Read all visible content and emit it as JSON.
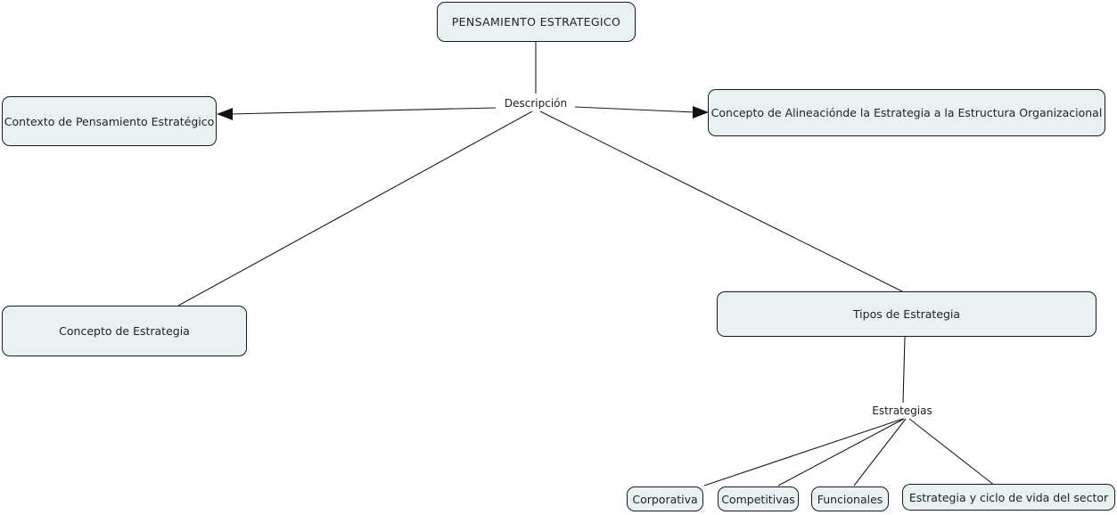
{
  "diagram": {
    "title": "PENSAMIENTO ESTRATEGICO",
    "type": "concept-map",
    "background_color": "#ffffff",
    "node_fill_color": "#eaf1f3",
    "node_border_color": "#1b1b1b",
    "edge_color": "#1a1a1a"
  },
  "nodes": {
    "root": {
      "label": "PENSAMIENTO ESTRATEGICO"
    },
    "contexto": {
      "label": "Contexto de Pensamiento Estratégico"
    },
    "alineacion": {
      "label": "Concepto de Alineaciónde la Estrategia a la Estructura Organizacional"
    },
    "concepto_estrategia": {
      "label": "Concepto de Estrategia"
    },
    "tipos": {
      "label": "Tipos de Estrategia"
    },
    "corporativa": {
      "label": "Corporativa"
    },
    "competitivas": {
      "label": "Competitivas"
    },
    "funcionales": {
      "label": "Funcionales"
    },
    "ciclo_vida": {
      "label": "Estrategia y ciclo de vida del sector"
    }
  },
  "edge_labels": {
    "descripcion": "Descripción",
    "estrategias": "Estrategias"
  }
}
